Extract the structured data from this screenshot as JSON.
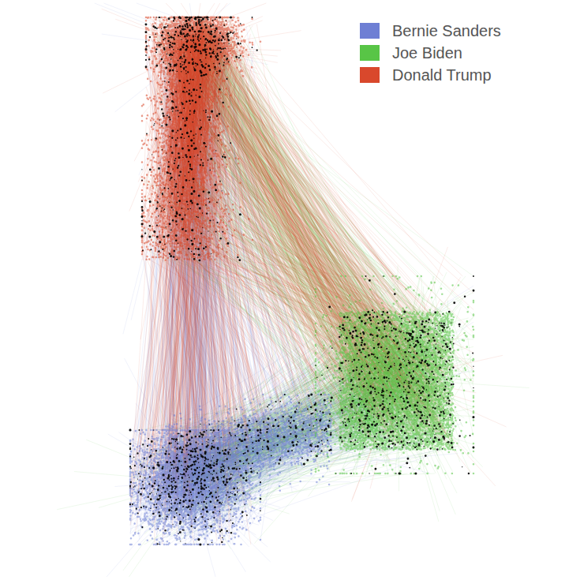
{
  "diagram": {
    "legend": [
      {
        "text": "Bernie Sanders",
        "color": "#6e7fd4"
      },
      {
        "text": "Joe Biden",
        "color": "#58c546"
      },
      {
        "text": "Donald Trump",
        "color": "#d9482c"
      }
    ]
  }
}
